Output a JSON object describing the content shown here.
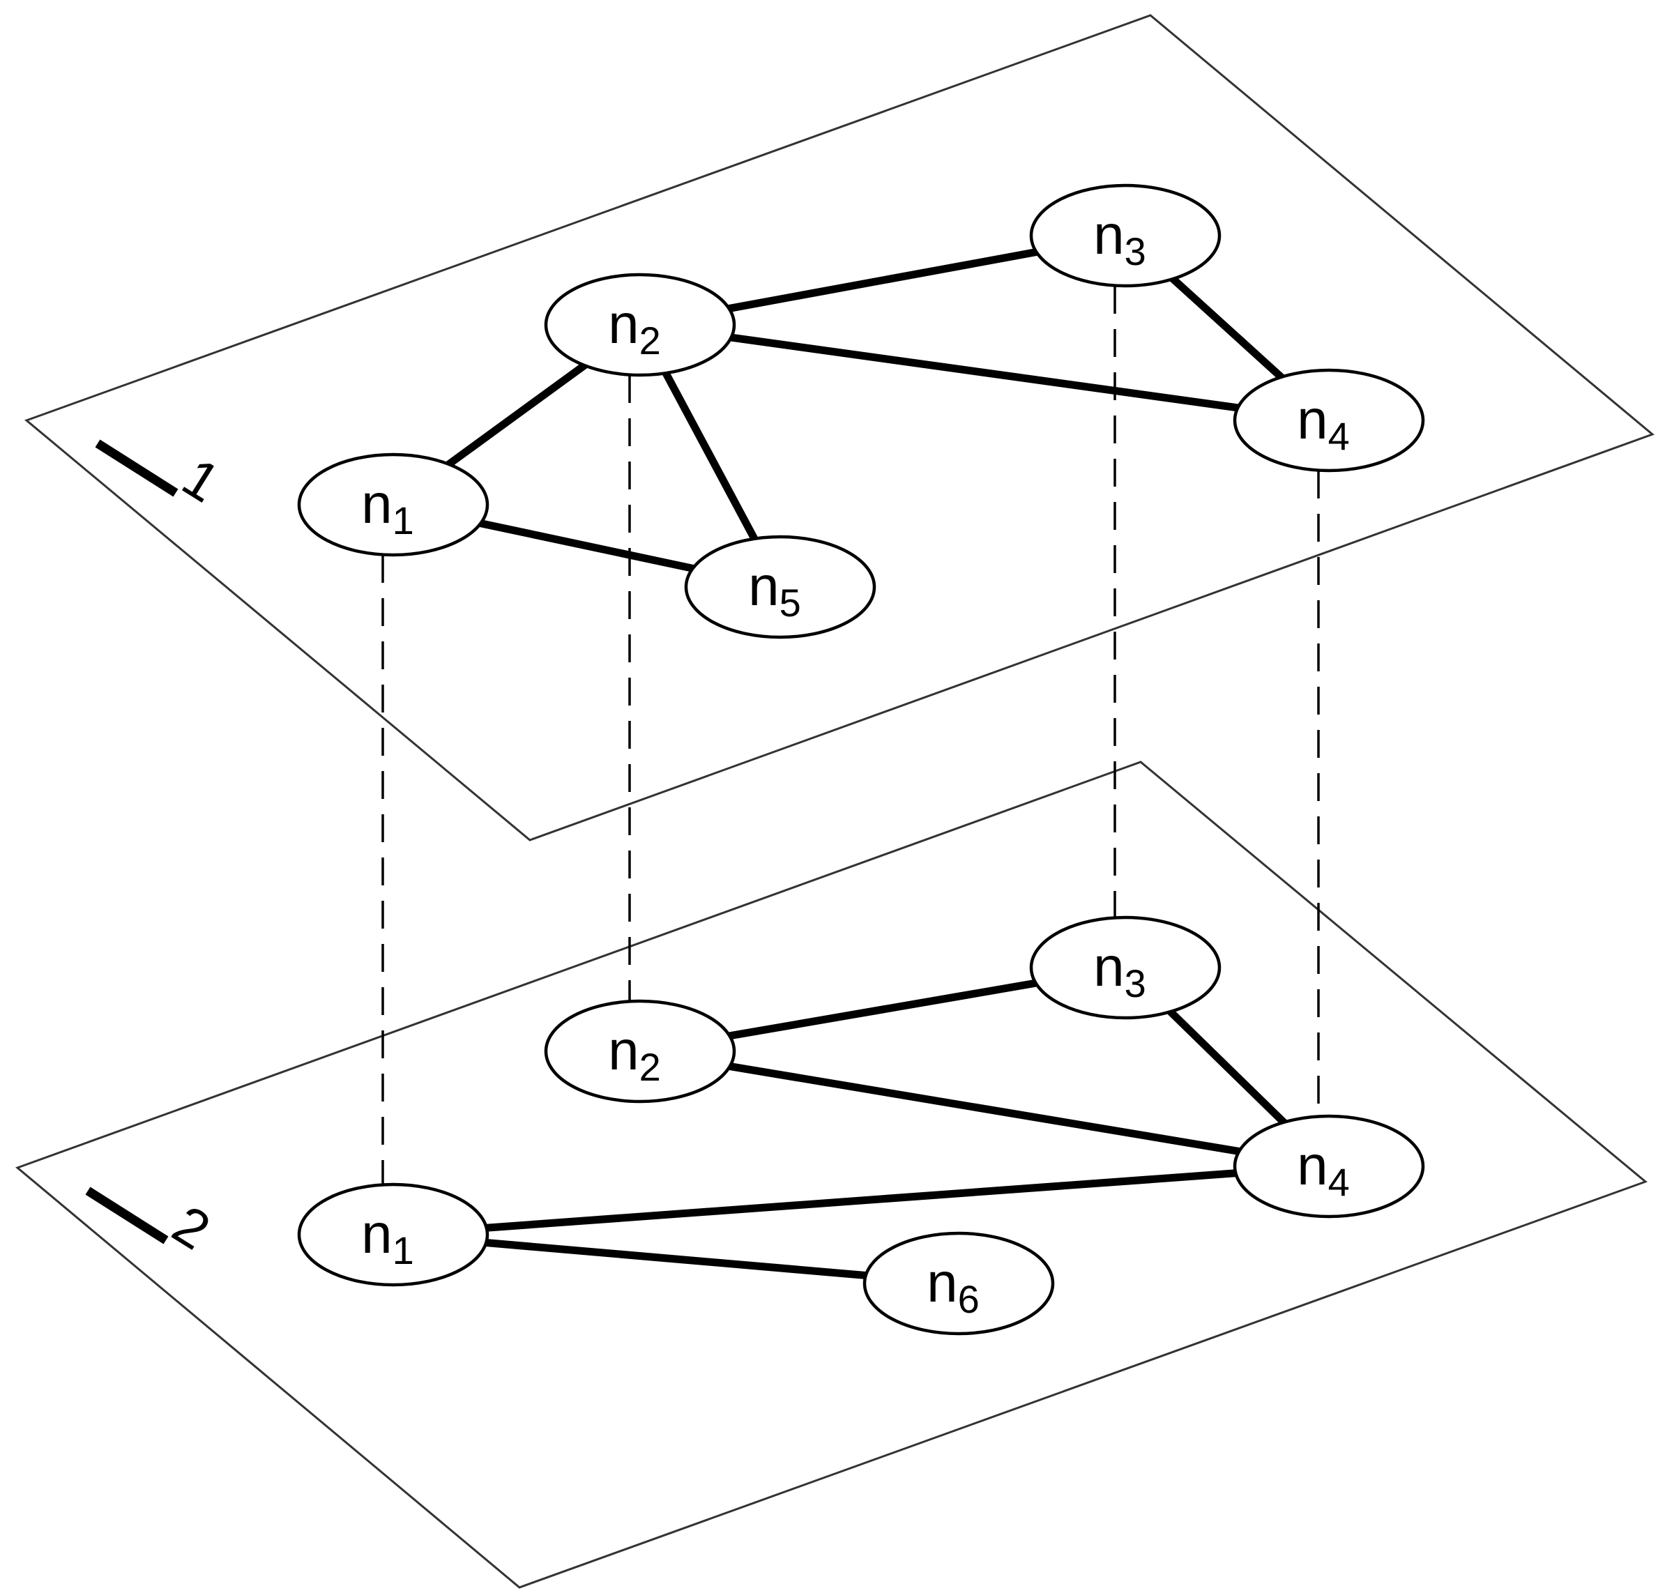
{
  "layers": [
    {
      "id": "l1",
      "label_base": "",
      "label_sub": "1",
      "nodes": [
        {
          "id": "n1",
          "base": "n",
          "sub": "1"
        },
        {
          "id": "n2",
          "base": "n",
          "sub": "2"
        },
        {
          "id": "n3",
          "base": "n",
          "sub": "3"
        },
        {
          "id": "n4",
          "base": "n",
          "sub": "4"
        },
        {
          "id": "n5",
          "base": "n",
          "sub": "5"
        }
      ],
      "edges": [
        [
          "n1",
          "n2"
        ],
        [
          "n1",
          "n5"
        ],
        [
          "n2",
          "n5"
        ],
        [
          "n2",
          "n3"
        ],
        [
          "n2",
          "n4"
        ],
        [
          "n3",
          "n4"
        ]
      ]
    },
    {
      "id": "l2",
      "label_base": "",
      "label_sub": "2",
      "nodes": [
        {
          "id": "n1",
          "base": "n",
          "sub": "1"
        },
        {
          "id": "n2",
          "base": "n",
          "sub": "2"
        },
        {
          "id": "n3",
          "base": "n",
          "sub": "3"
        },
        {
          "id": "n4",
          "base": "n",
          "sub": "4"
        },
        {
          "id": "n6",
          "base": "n",
          "sub": "6"
        }
      ],
      "edges": [
        [
          "n2",
          "n3"
        ],
        [
          "n2",
          "n4"
        ],
        [
          "n3",
          "n4"
        ],
        [
          "n1",
          "n4"
        ],
        [
          "n1",
          "n6"
        ]
      ]
    }
  ],
  "interlayer_links": [
    "n1",
    "n2",
    "n3",
    "n4"
  ]
}
